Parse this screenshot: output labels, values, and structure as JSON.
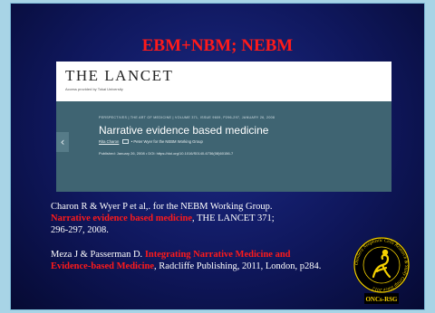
{
  "slide": {
    "title": "EBM+NBM; NEBM"
  },
  "article_screenshot": {
    "brand": "THE LANCET",
    "access": "Access provided by Tokai University",
    "nav_arrow": "‹",
    "meta": "PERSPECTIVES | THE ART OF MEDICINE | VOLUME 371, ISSUE 9609, P296-297, JANUARY 26, 2008",
    "title": "Narrative evidence based medicine",
    "author_primary": "Rita Charon",
    "author_rest": "• Peter Wyer for the NEBM Working Group",
    "published": "Published: January 26, 2008 • DOI: https://doi.org/10.1016/S0140-6736(08)60156-7"
  },
  "references": [
    {
      "authors": "Charon R & Wyer P et al,. for the NEBM Working Group.",
      "title": "Narrative evidence based medicine",
      "source": ", THE LANCET  371;",
      "pages": "296-297, 2008."
    },
    {
      "authors": "Meza J & Passerman D. ",
      "title_line1": "Integrating Narrative Medicine and",
      "title_line2": "Evidence-based Medicine",
      "source": ", Radcliffe Publishing, 2011, London, p284."
    }
  ],
  "logo": {
    "ring_text": "Onodera Neoplastic Cells Research & Study Group Since 2012",
    "label": "ONCs-RSG"
  },
  "colors": {
    "slide_bg": "#0f175c",
    "title_red": "#ff1a1a",
    "banner": "#3f6472",
    "logo_gold": "#f5d100",
    "frame": "#a8d4e6"
  }
}
